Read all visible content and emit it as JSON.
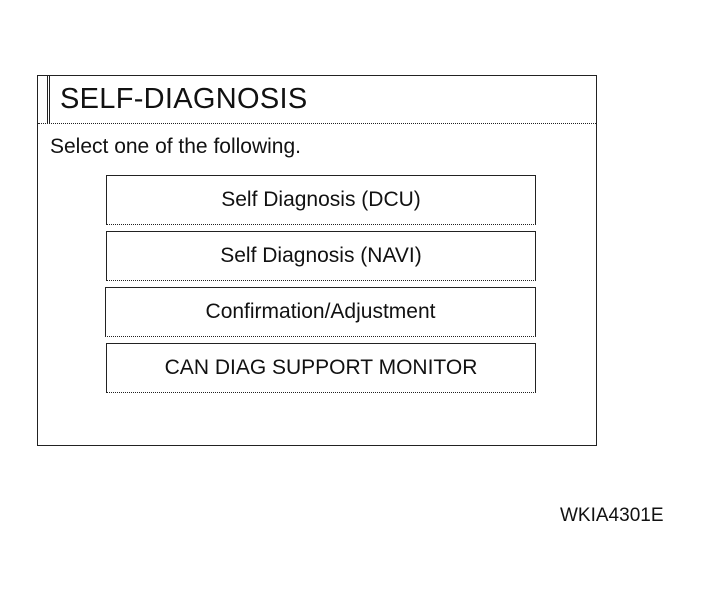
{
  "screen": {
    "title": "SELF-DIAGNOSIS",
    "prompt": "Select one of the following.",
    "menu": [
      {
        "label": "Self Diagnosis (DCU)"
      },
      {
        "label": "Self Diagnosis (NAVI)"
      },
      {
        "label": "Confirmation/Adjustment"
      },
      {
        "label": "CAN DIAG SUPPORT MONITOR"
      }
    ]
  },
  "figure": {
    "code": "WKIA4301E"
  }
}
